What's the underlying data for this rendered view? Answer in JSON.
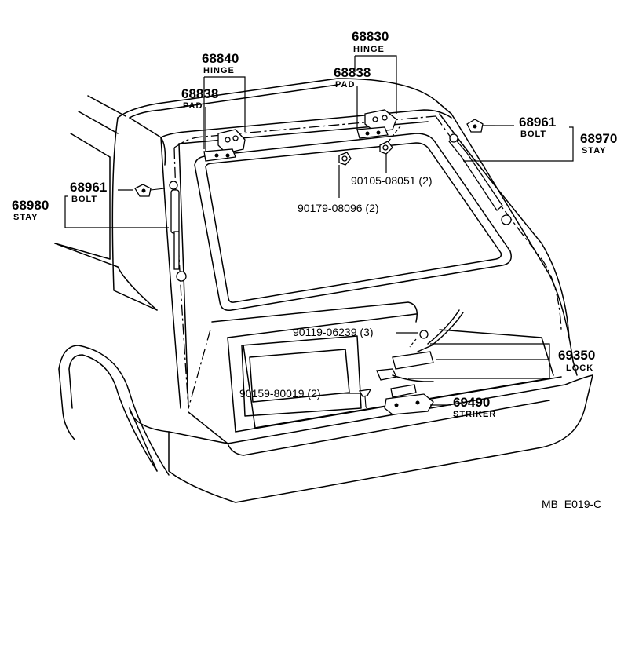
{
  "diagram": {
    "labels": {
      "hinge_left_num": "68840",
      "hinge_left_name": "HINGE",
      "pad_left_num": "68838",
      "pad_left_name": "PAD",
      "hinge_right_num": "68830",
      "hinge_right_name": "HINGE",
      "pad_right_num": "68838",
      "pad_right_name": "PAD",
      "bolt_right_num": "68961",
      "bolt_right_name": "BOLT",
      "stay_right_num": "68970",
      "stay_right_name": "STAY",
      "bolt_left_num": "68961",
      "bolt_left_name": "BOLT",
      "stay_left_num": "68980",
      "stay_left_name": "STAY",
      "bolt_code_1": "90105-08051 (2)",
      "nut_code": "90179-08096 (2)",
      "bolt_code_2": "90119-06239 (3)",
      "screw_code": "90159-80019 (2)",
      "lock_num": "69350",
      "lock_name": "LOCK",
      "striker_num": "69490",
      "striker_name": "STRIKER",
      "diagram_code": "MB  E019-C"
    }
  }
}
